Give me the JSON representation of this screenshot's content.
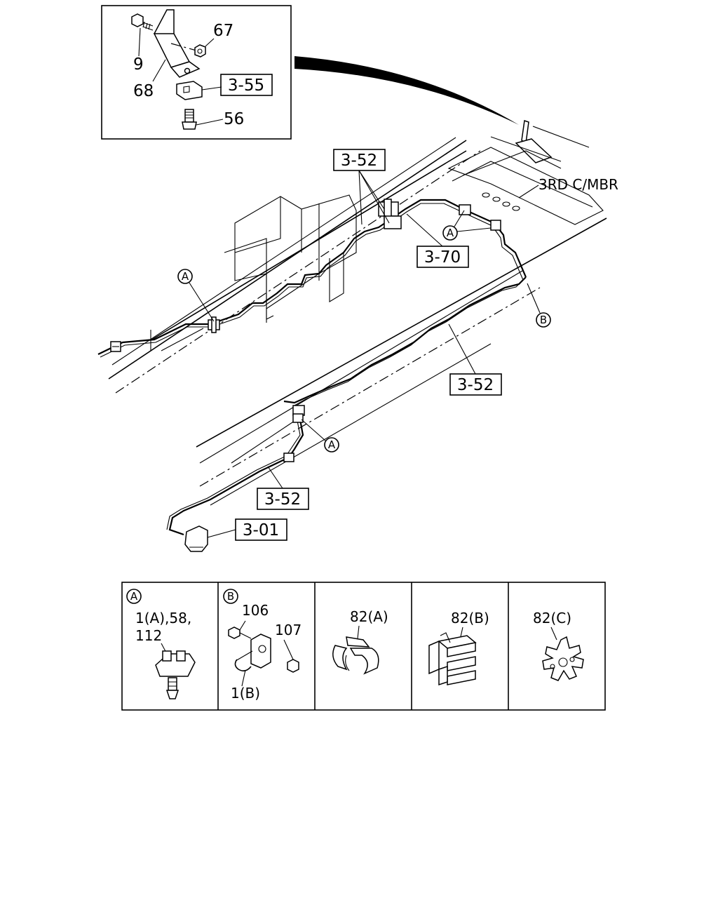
{
  "inset": {
    "labels": {
      "bolt_top": "9",
      "nut": "67",
      "bracket": "68",
      "ref_clip": "3-55",
      "bolt_bottom": "56"
    }
  },
  "main": {
    "ref_3_52_top": "3-52",
    "ref_3_70": "3-70",
    "ref_3_52_mid": "3-52",
    "ref_3_52_low": "3-52",
    "ref_3_01": "3-01",
    "crossmember_label": "3RD C/MBR",
    "callout_a": "A",
    "callout_b": "B"
  },
  "parts_table": {
    "cells": [
      {
        "key": "A",
        "text_1": "1(A),58,",
        "text_2": "112"
      },
      {
        "key": "B",
        "text_1": "106",
        "text_2": "107",
        "text_3": "1(B)"
      },
      {
        "key": "",
        "text_1": "82(A)"
      },
      {
        "key": "",
        "text_1": "82(B)"
      },
      {
        "key": "",
        "text_1": "82(C)"
      }
    ]
  }
}
